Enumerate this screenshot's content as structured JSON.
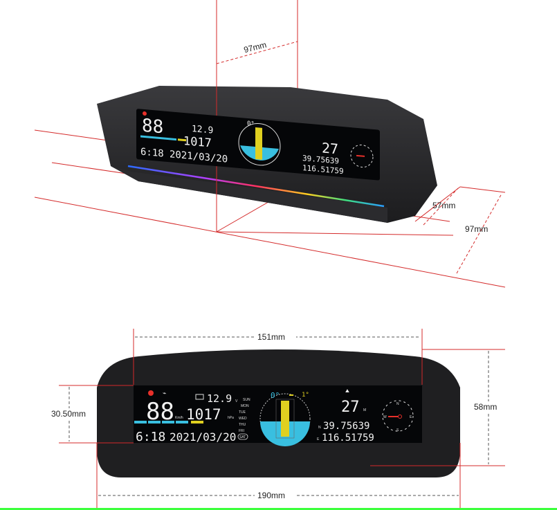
{
  "dimensions": {
    "top_width": "97mm",
    "top_depth_small": "57mm",
    "top_depth_large": "97mm",
    "screen_width": "151mm",
    "screen_height": "30.50mm",
    "body_height": "58mm",
    "body_width": "190mm"
  },
  "display": {
    "speed": "88",
    "speed_unit": "Km/h",
    "voltage": "12.9",
    "voltage_unit": "V",
    "pressure": "1017",
    "pressure_unit": "hPa",
    "time": "6:18",
    "date": "2021/03/20",
    "weekdays": [
      "SUN",
      "MON",
      "TUE",
      "WED",
      "THU",
      "FRI"
    ],
    "weekday_badge": "SAT",
    "pitch": "0°",
    "roll": "1°",
    "altitude": "27",
    "altitude_unit": "M",
    "latitude_prefix": "N",
    "latitude": "39.75639",
    "longitude_prefix": "E",
    "longitude": "116.51759",
    "compass": {
      "n": "N",
      "e": "E",
      "s": "S",
      "w": "W"
    }
  },
  "colors": {
    "dimension_line": "#d42a2a",
    "body": "#2a2a2c",
    "screen": "#050608",
    "accent_cyan": "#39bfe0",
    "accent_yellow": "#e0d020",
    "warning_red": "#e8302a"
  }
}
